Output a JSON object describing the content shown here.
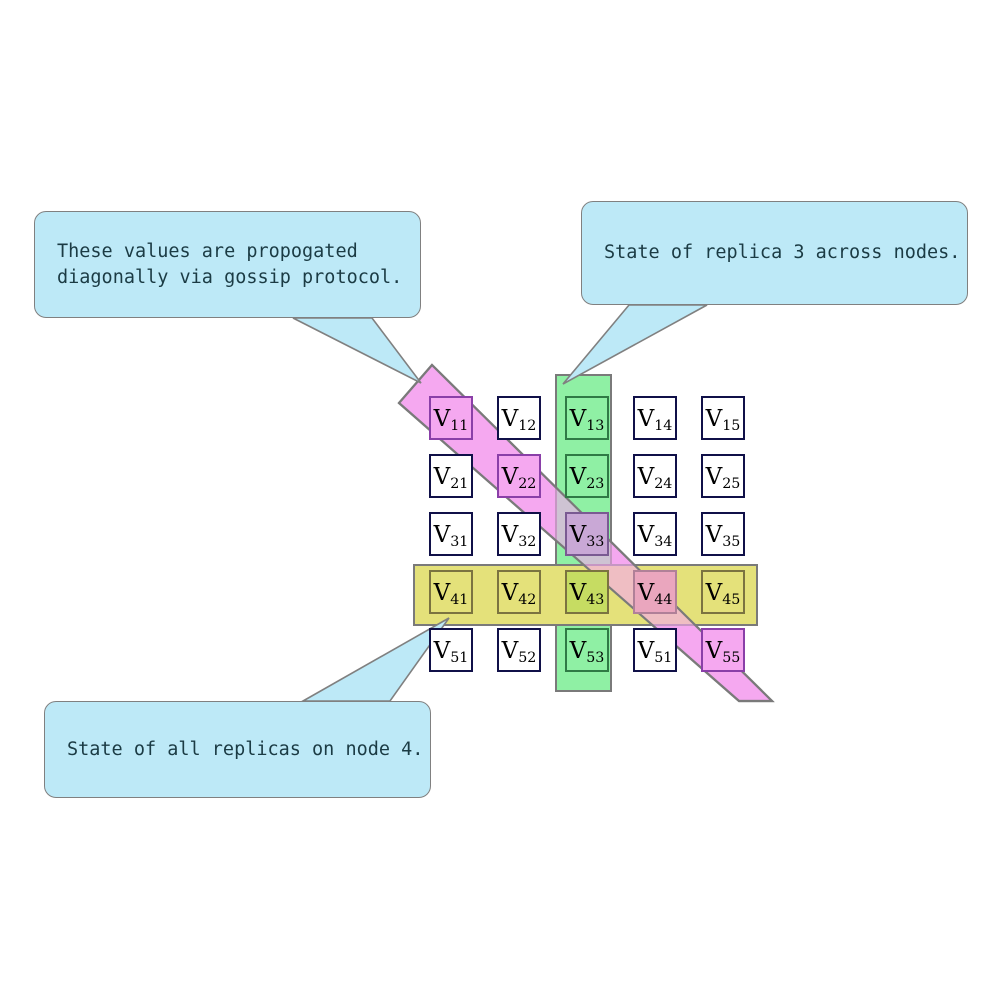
{
  "diagram": {
    "title": "Replica state grid with gossip propagation",
    "colors": {
      "callout_fill": "#bde9f7",
      "callout_border": "#808080",
      "cell_border": "#101048",
      "cell_fill": "#ffffff",
      "diagonal_band": "#f5a8f0",
      "column_band": "#8ff0a4",
      "row_band": "#e4e17a",
      "band_border": "#7a7a7a",
      "overlap_purple": "#c9a8d6",
      "overlap_olive": "#c6dc62",
      "overlap_rose": "#eaa6be"
    },
    "callouts": [
      {
        "name": "gossip",
        "lines": [
          "These values are propogated",
          "diagonally via gossip protocol."
        ],
        "text": "These values are propogated\ndiagonally via gossip protocol."
      },
      {
        "name": "replica3",
        "lines": [
          "State of replica 3 across nodes."
        ],
        "text": "State of replica 3 across nodes."
      },
      {
        "name": "node4",
        "lines": [
          "State of all replicas on node 4."
        ],
        "text": "State of all replicas on node 4."
      }
    ],
    "grid": {
      "rows": 5,
      "cols": 5,
      "symbol": "V",
      "cells": [
        [
          {
            "label": "V",
            "sub": "11",
            "style": "hl-pink"
          },
          {
            "label": "V",
            "sub": "12",
            "style": "plain"
          },
          {
            "label": "V",
            "sub": "13",
            "style": "hl-green"
          },
          {
            "label": "V",
            "sub": "14",
            "style": "plain"
          },
          {
            "label": "V",
            "sub": "15",
            "style": "plain"
          }
        ],
        [
          {
            "label": "V",
            "sub": "21",
            "style": "plain"
          },
          {
            "label": "V",
            "sub": "22",
            "style": "hl-pink"
          },
          {
            "label": "V",
            "sub": "23",
            "style": "hl-green"
          },
          {
            "label": "V",
            "sub": "24",
            "style": "plain"
          },
          {
            "label": "V",
            "sub": "25",
            "style": "plain"
          }
        ],
        [
          {
            "label": "V",
            "sub": "31",
            "style": "plain"
          },
          {
            "label": "V",
            "sub": "32",
            "style": "plain"
          },
          {
            "label": "V",
            "sub": "33",
            "style": "hl-purple"
          },
          {
            "label": "V",
            "sub": "34",
            "style": "plain"
          },
          {
            "label": "V",
            "sub": "35",
            "style": "plain"
          }
        ],
        [
          {
            "label": "V",
            "sub": "41",
            "style": "hl-yellow"
          },
          {
            "label": "V",
            "sub": "42",
            "style": "hl-yellow"
          },
          {
            "label": "V",
            "sub": "43",
            "style": "hl-olive"
          },
          {
            "label": "V",
            "sub": "44",
            "style": "hl-rose"
          },
          {
            "label": "V",
            "sub": "45",
            "style": "hl-yellow"
          }
        ],
        [
          {
            "label": "V",
            "sub": "51",
            "style": "plain"
          },
          {
            "label": "V",
            "sub": "52",
            "style": "plain"
          },
          {
            "label": "V",
            "sub": "53",
            "style": "hl-green"
          },
          {
            "label": "V",
            "sub": "51",
            "style": "plain"
          },
          {
            "label": "V",
            "sub": "55",
            "style": "hl-pink"
          }
        ]
      ]
    },
    "bands": [
      {
        "name": "diagonal-gossip-band",
        "color": "#f5a8f0"
      },
      {
        "name": "replica-3-column-band",
        "color": "#8ff0a4"
      },
      {
        "name": "node-4-row-band",
        "color": "#e4e17a"
      }
    ]
  }
}
